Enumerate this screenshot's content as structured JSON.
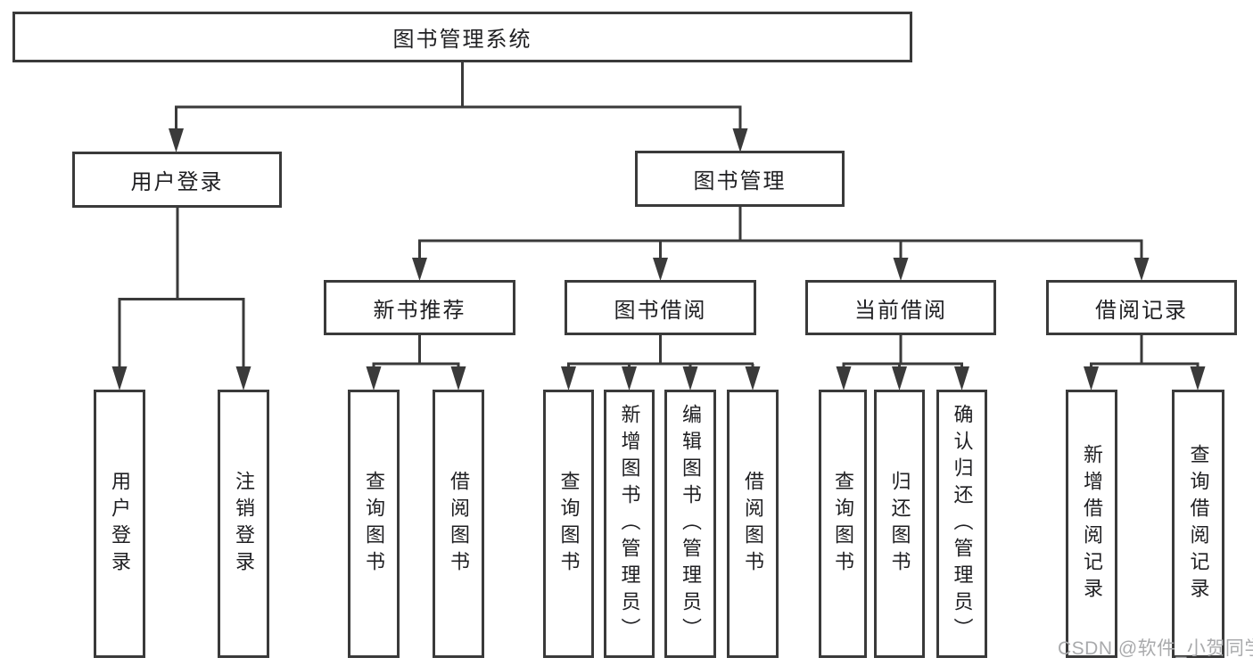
{
  "diagram": {
    "root": {
      "label": "图书管理系统"
    },
    "branches": [
      {
        "label": "用户登录",
        "children": [
          {
            "label": "用户登录"
          },
          {
            "label": "注销登录"
          }
        ]
      },
      {
        "label": "图书管理",
        "children": [
          {
            "label": "新书推荐",
            "children": [
              {
                "label": "查询图书"
              },
              {
                "label": "借阅图书"
              }
            ]
          },
          {
            "label": "图书借阅",
            "children": [
              {
                "label": "查询图书"
              },
              {
                "label": "新增图书（管理员）"
              },
              {
                "label": "编辑图书（管理员）"
              },
              {
                "label": "借阅图书"
              }
            ]
          },
          {
            "label": "当前借阅",
            "children": [
              {
                "label": "查询图书"
              },
              {
                "label": "归还图书"
              },
              {
                "label": "确认归还（管理员）"
              }
            ]
          },
          {
            "label": "借阅记录",
            "children": [
              {
                "label": "新增借阅记录"
              },
              {
                "label": "查询借阅记录"
              }
            ]
          }
        ]
      }
    ]
  },
  "watermark": {
    "text": "CSDN @软件_小贺同学"
  },
  "colors": {
    "line": "#3a3a3a",
    "text": "#1f1f22",
    "watermark": "#a9aaac",
    "background": "#ffffff"
  }
}
